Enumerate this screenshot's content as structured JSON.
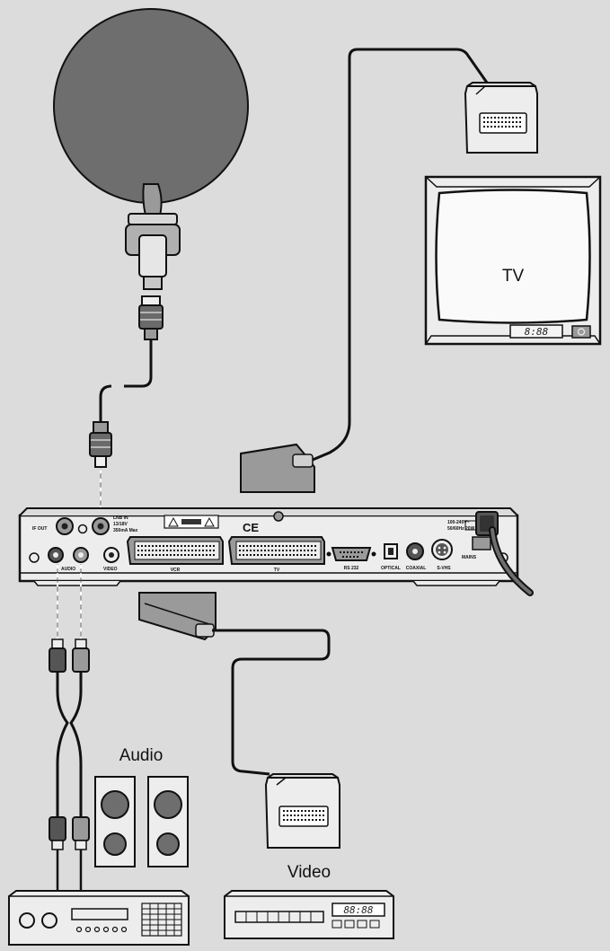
{
  "labels": {
    "tv": "TV",
    "audio": "Audio",
    "video": "Video"
  },
  "displays": {
    "tv_clock": "8:88",
    "vcr_clock": "88:88"
  },
  "receiver_panel": {
    "if_out": "IF OUT",
    "lnb_in": "LNB IN",
    "lnb_spec_1": "13/18V",
    "lnb_spec_2": "350mA Max",
    "audio": "AUDIO",
    "video": "VIDEO",
    "vcr": "VCR",
    "tv": "TV",
    "rs232": "RS 232",
    "optical": "OPTICAL",
    "coaxial": "COAXIAL",
    "s_video": "S-VHS",
    "power_spec_1": "100-240V~",
    "power_spec_2": "50/60Hz 20W",
    "mains": "MAINS",
    "ce": "CE"
  },
  "colors": {
    "background": "#dcdcdc",
    "dish": "#6e6e6e",
    "equipment": "#ededed",
    "outline": "#111111"
  }
}
